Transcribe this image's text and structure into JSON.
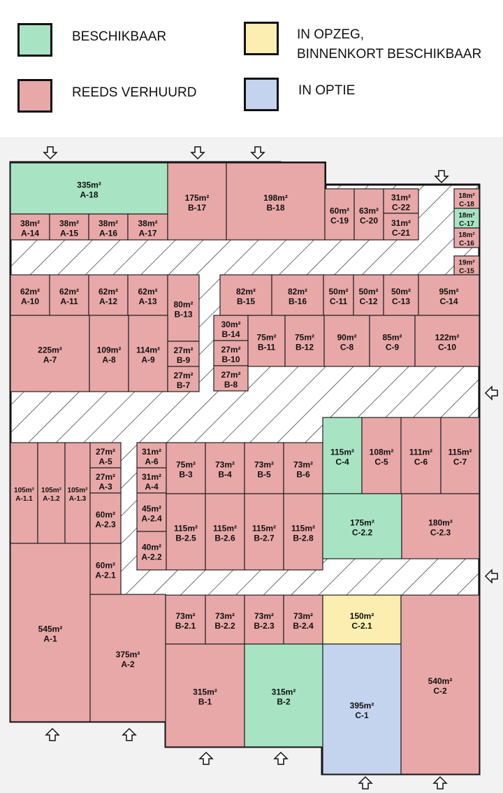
{
  "legend": {
    "available": {
      "label": "BESCHIKBAAR",
      "color": "#a8e4c4"
    },
    "notice_line1": "IN OPZEG,",
    "notice_line2": "BINNENKORT BESCHIKBAAR",
    "notice_color": "#fbeeb0",
    "rented": {
      "label": "REEDS VERHUURD",
      "color": "#e8a8a8"
    },
    "option": {
      "label": "IN OPTIE",
      "color": "#c4d4ee"
    }
  },
  "units": [
    {
      "id": "A-18",
      "area": "335m²",
      "status": "available"
    },
    {
      "id": "A-14",
      "area": "38m²",
      "status": "rented"
    },
    {
      "id": "A-15",
      "area": "38m²",
      "status": "rented"
    },
    {
      "id": "A-16",
      "area": "38m²",
      "status": "rented"
    },
    {
      "id": "A-17",
      "area": "38m²",
      "status": "rented"
    },
    {
      "id": "B-17",
      "area": "175m²",
      "status": "rented"
    },
    {
      "id": "B-18",
      "area": "198m²",
      "status": "rented"
    },
    {
      "id": "C-19",
      "area": "60m²",
      "status": "rented"
    },
    {
      "id": "C-20",
      "area": "63m²",
      "status": "rented"
    },
    {
      "id": "C-22",
      "area": "31m²",
      "status": "rented"
    },
    {
      "id": "C-21",
      "area": "31m²",
      "status": "rented"
    },
    {
      "id": "C-18",
      "area": "18m²",
      "status": "rented"
    },
    {
      "id": "C-17",
      "area": "18m²",
      "status": "available"
    },
    {
      "id": "C-16",
      "area": "18m²",
      "status": "rented"
    },
    {
      "id": "C-15",
      "area": "19m²",
      "status": "rented"
    },
    {
      "id": "A-10",
      "area": "62m²",
      "status": "rented"
    },
    {
      "id": "A-11",
      "area": "62m²",
      "status": "rented"
    },
    {
      "id": "A-12",
      "area": "62m²",
      "status": "rented"
    },
    {
      "id": "A-13",
      "area": "62m²",
      "status": "rented"
    },
    {
      "id": "B-13",
      "area": "80m²",
      "status": "rented"
    },
    {
      "id": "B-15",
      "area": "82m²",
      "status": "rented"
    },
    {
      "id": "B-16",
      "area": "82m²",
      "status": "rented"
    },
    {
      "id": "C-11",
      "area": "50m²",
      "status": "rented"
    },
    {
      "id": "C-12",
      "area": "50m²",
      "status": "rented"
    },
    {
      "id": "C-13",
      "area": "50m²",
      "status": "rented"
    },
    {
      "id": "C-14",
      "area": "95m²",
      "status": "rented"
    },
    {
      "id": "A-7",
      "area": "225m²",
      "status": "rented"
    },
    {
      "id": "A-8",
      "area": "109m²",
      "status": "rented"
    },
    {
      "id": "A-9",
      "area": "114m²",
      "status": "rented"
    },
    {
      "id": "B-9",
      "area": "27m²",
      "status": "rented"
    },
    {
      "id": "B-7",
      "area": "27m²",
      "status": "rented"
    },
    {
      "id": "B-14",
      "area": "30m²",
      "status": "rented"
    },
    {
      "id": "B-10",
      "area": "27m²",
      "status": "rented"
    },
    {
      "id": "B-8",
      "area": "27m²",
      "status": "rented"
    },
    {
      "id": "B-11",
      "area": "75m²",
      "status": "rented"
    },
    {
      "id": "B-12",
      "area": "75m²",
      "status": "rented"
    },
    {
      "id": "C-8",
      "area": "90m²",
      "status": "rented"
    },
    {
      "id": "C-9",
      "area": "85m²",
      "status": "rented"
    },
    {
      "id": "C-10",
      "area": "122m²",
      "status": "rented"
    },
    {
      "id": "A-1.1",
      "area": "105m²",
      "status": "rented"
    },
    {
      "id": "A-1.2",
      "area": "105m²",
      "status": "rented"
    },
    {
      "id": "A-1.3",
      "area": "105m²",
      "status": "rented"
    },
    {
      "id": "A-5",
      "area": "27m²",
      "status": "rented"
    },
    {
      "id": "A-3",
      "area": "27m²",
      "status": "rented"
    },
    {
      "id": "A-2.3",
      "area": "60m²",
      "status": "rented"
    },
    {
      "id": "A-2.1",
      "area": "60m²",
      "status": "rented"
    },
    {
      "id": "A-6",
      "area": "31m²",
      "status": "rented"
    },
    {
      "id": "A-4",
      "area": "31m²",
      "status": "rented"
    },
    {
      "id": "A-2.4",
      "area": "45m²",
      "status": "rented"
    },
    {
      "id": "A-2.2",
      "area": "40m²",
      "status": "rented"
    },
    {
      "id": "B-3",
      "area": "75m²",
      "status": "rented"
    },
    {
      "id": "B-4",
      "area": "73m²",
      "status": "rented"
    },
    {
      "id": "B-5",
      "area": "73m²",
      "status": "rented"
    },
    {
      "id": "B-6",
      "area": "73m²",
      "status": "rented"
    },
    {
      "id": "B-2.5",
      "area": "115m²",
      "status": "rented"
    },
    {
      "id": "B-2.6",
      "area": "115m²",
      "status": "rented"
    },
    {
      "id": "B-2.7",
      "area": "115m²",
      "status": "rented"
    },
    {
      "id": "B-2.8",
      "area": "115m²",
      "status": "rented"
    },
    {
      "id": "C-4",
      "area": "115m²",
      "status": "available"
    },
    {
      "id": "C-5",
      "area": "108m²",
      "status": "rented"
    },
    {
      "id": "C-6",
      "area": "111m²",
      "status": "rented"
    },
    {
      "id": "C-7",
      "area": "115m²",
      "status": "rented"
    },
    {
      "id": "C-2.2",
      "area": "175m²",
      "status": "available"
    },
    {
      "id": "C-2.3",
      "area": "180m²",
      "status": "rented"
    },
    {
      "id": "A-1",
      "area": "545m²",
      "status": "rented"
    },
    {
      "id": "A-2",
      "area": "375m²",
      "status": "rented"
    },
    {
      "id": "B-2.1",
      "area": "73m²",
      "status": "rented"
    },
    {
      "id": "B-2.2",
      "area": "73m²",
      "status": "rented"
    },
    {
      "id": "B-2.3",
      "area": "73m²",
      "status": "rented"
    },
    {
      "id": "B-2.4",
      "area": "73m²",
      "status": "rented"
    },
    {
      "id": "C-2.1",
      "area": "150m²",
      "status": "notice"
    },
    {
      "id": "B-1",
      "area": "315m²",
      "status": "rented"
    },
    {
      "id": "B-2",
      "area": "315m²",
      "status": "available"
    },
    {
      "id": "C-1",
      "area": "395m²",
      "status": "option"
    },
    {
      "id": "C-2",
      "area": "540m²",
      "status": "rented"
    }
  ]
}
